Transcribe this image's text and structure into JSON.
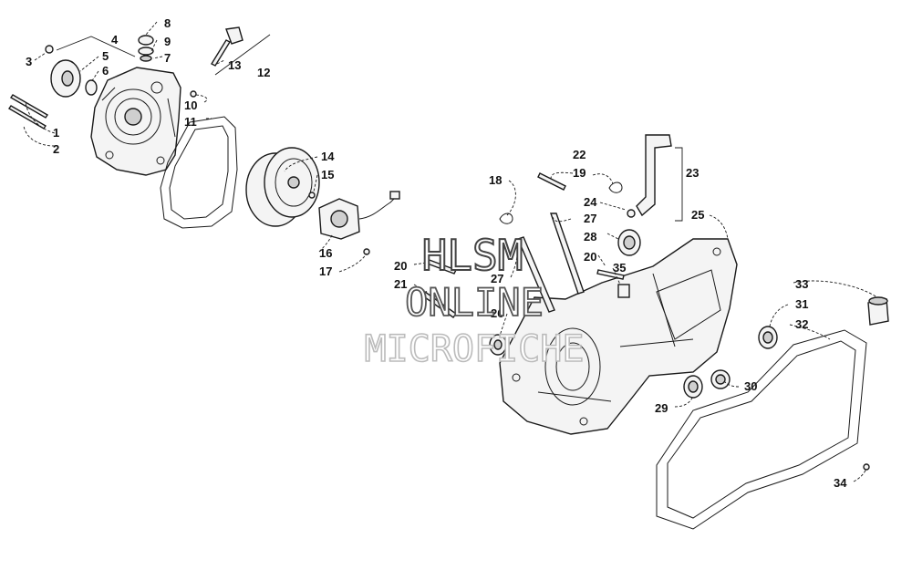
{
  "diagram": {
    "callouts": [
      {
        "id": "c1",
        "label": "1"
      },
      {
        "id": "c2",
        "label": "2"
      },
      {
        "id": "c3",
        "label": "3"
      },
      {
        "id": "c4",
        "label": "4"
      },
      {
        "id": "c5",
        "label": "5"
      },
      {
        "id": "c6",
        "label": "6"
      },
      {
        "id": "c7",
        "label": "7"
      },
      {
        "id": "c8",
        "label": "8"
      },
      {
        "id": "c9",
        "label": "9"
      },
      {
        "id": "c10",
        "label": "10"
      },
      {
        "id": "c11",
        "label": "11"
      },
      {
        "id": "c12",
        "label": "12"
      },
      {
        "id": "c13",
        "label": "13"
      },
      {
        "id": "c14",
        "label": "14"
      },
      {
        "id": "c15",
        "label": "15"
      },
      {
        "id": "c16",
        "label": "16"
      },
      {
        "id": "c17",
        "label": "17"
      },
      {
        "id": "c18",
        "label": "18"
      },
      {
        "id": "c19",
        "label": "19"
      },
      {
        "id": "c20a",
        "label": "20"
      },
      {
        "id": "c20b",
        "label": "20"
      },
      {
        "id": "c21",
        "label": "21"
      },
      {
        "id": "c22",
        "label": "22"
      },
      {
        "id": "c23",
        "label": "23"
      },
      {
        "id": "c24",
        "label": "24"
      },
      {
        "id": "c25",
        "label": "25"
      },
      {
        "id": "c26",
        "label": "26"
      },
      {
        "id": "c27a",
        "label": "27"
      },
      {
        "id": "c27b",
        "label": "27"
      },
      {
        "id": "c28",
        "label": "28"
      },
      {
        "id": "c29",
        "label": "29"
      },
      {
        "id": "c30",
        "label": "30"
      },
      {
        "id": "c31",
        "label": "31"
      },
      {
        "id": "c32",
        "label": "32"
      },
      {
        "id": "c33",
        "label": "33"
      },
      {
        "id": "c34",
        "label": "34"
      },
      {
        "id": "c35",
        "label": "35"
      }
    ]
  },
  "watermark": {
    "line1": "HLSM",
    "line2": "ONLINE",
    "line3": "MICROFICHE"
  }
}
